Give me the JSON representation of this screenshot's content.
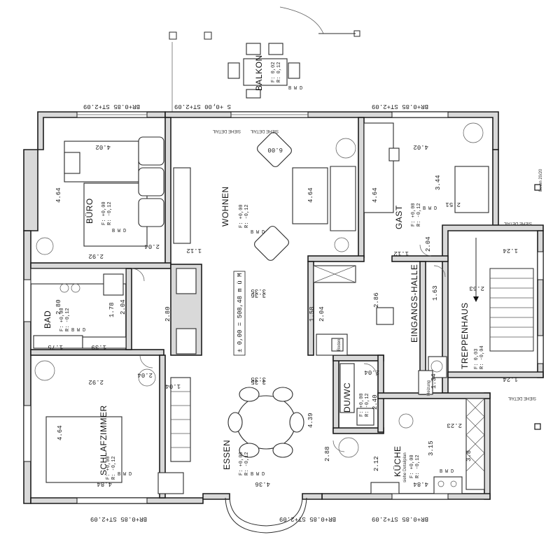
{
  "rooms": {
    "balkon": "BALKON",
    "buero": "BÜRO",
    "wohnen": "WOHNEN",
    "gast": "GAST",
    "bad": "BAD",
    "eingangshalle": "EINGANGS-HALLE",
    "treppenhaus": "TREPPENHAUS",
    "schlafzimmer": "SCHLAFZIMMER",
    "essen": "ESSEN",
    "du_wc": "DU/WC",
    "kueche": "KÜCHE"
  },
  "specs": {
    "balkon": [
      "F: 0,02",
      "R: 0,12",
      "B",
      "W",
      "D"
    ],
    "buero": [
      "F: +0,00",
      "R: -0,12",
      "B",
      "W",
      "D"
    ],
    "wohnen": [
      "F: +0,00",
      "R: -0,12",
      "B",
      "W",
      "D"
    ],
    "gast": [
      "F: +0,00",
      "R: -0,12",
      "B",
      "W",
      "D"
    ],
    "bad": [
      "F: +0,00",
      "R: -0,12",
      "B",
      "W",
      "D"
    ],
    "schlafzimmer": [
      "F: +0,00",
      "R: -0,12",
      "B",
      "W",
      "D"
    ],
    "essen": [
      "F: +0,00",
      "R: -0,12",
      "B",
      "W",
      "D"
    ],
    "kueche": [
      "F: +0,00",
      "R: -0,12",
      "B",
      "W",
      "D"
    ],
    "treppenhaus": [
      "F: 0,03",
      "R: -0,04"
    ],
    "du_wc": [
      "F: +0,00",
      "R: -0,12"
    ]
  },
  "level_label": "± 0,00 = 508,48 m ü M",
  "dimensions": {
    "buero_width": "4.02",
    "buero_height": "4.64",
    "wohnen_height": "4.64",
    "gast_height": "4.64",
    "gast_width": "4.02",
    "gast_side": "3.44",
    "schlaf_height": "4.64",
    "schlaf_width": "2.92",
    "essen_height": "4.39",
    "essen_width": "3.35",
    "wohnen_width": "3.35",
    "bottom_left": "4.84",
    "bottom_mid": "4.36",
    "bottom_right": "4.84",
    "hall_a": "3.35",
    "hall_b": "2.04",
    "hall_c": "2.86",
    "hall_d": "1.63",
    "hall_e": "1.58",
    "hall_f": "2.80",
    "bad_w": "2.80",
    "bad_h": "2.04",
    "bad_len": "1.75",
    "bad_small": "1.39",
    "stair_a": "1.24",
    "stair_b": "1.24",
    "stair_c": "2.53",
    "stair_d": "2.51",
    "buero_b": "2.92",
    "buero_c": "1.12",
    "buero_d": "2.04",
    "gast_b": "1.12",
    "gast_c": "2.04",
    "du_a": "2.40",
    "du_b": "2.04",
    "kueche_a": "3.15",
    "kueche_b": "2.23",
    "kueche_c": "3.8",
    "kueche_d": "2.12",
    "essen_b": "2.88",
    "schlaf_b": "2.04",
    "schlaf_c": "1.04",
    "wohnen_small": "6.00",
    "wohnen_mid": "3.36",
    "bad_s1": "1.78",
    "wc_s": "1.34"
  },
  "sill_top": [
    "BR+0.85 ST+2.09",
    "S +0,00 ST+2.09",
    "BR+0.85 ST+2.09"
  ],
  "sill_bottom": [
    "BR+0.85 ST+2.09",
    "BR+0.85 ST+2.09",
    "BR+0.85 ST+2.09"
  ],
  "notes": {
    "siehe_detail_1": "SIEHE DETAIL",
    "siehe_detail_2": "SIEHE DETAIL",
    "siehe_detail_3": "SIEHE DETAIL",
    "siehe_detail_4": "SIEHE DETAIL",
    "beton": "Beton 20/20",
    "boden": "Boden",
    "heizung": "Heizung",
    "kueche_detail": "siehe Detailplan"
  }
}
